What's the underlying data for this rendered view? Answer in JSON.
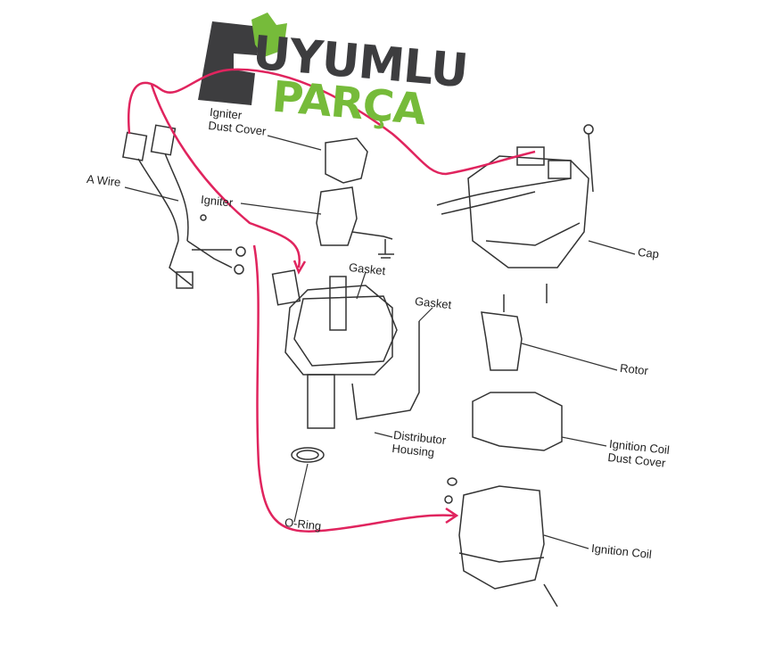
{
  "logo": {
    "line1": "UYUMLU",
    "line2": "PARÇA",
    "dark_color": "#3d3d3f",
    "green_color": "#76bb3a"
  },
  "labels": {
    "igniter_dust_cover": [
      "Igniter",
      "Dust Cover"
    ],
    "a_wire": "A Wire",
    "igniter": "Igniter",
    "gasket_top": "Gasket",
    "gasket_right": "Gasket",
    "cap": "Cap",
    "rotor": "Rotor",
    "distributor_housing": [
      "Distributor",
      "Housing"
    ],
    "ignition_coil_dust_cover": [
      "Ignition Coil",
      "Dust Cover"
    ],
    "o_ring": "O-Ring",
    "ignition_coil": "Ignition Coil"
  },
  "colors": {
    "annotation": "#e0245e",
    "line": "#333333"
  }
}
